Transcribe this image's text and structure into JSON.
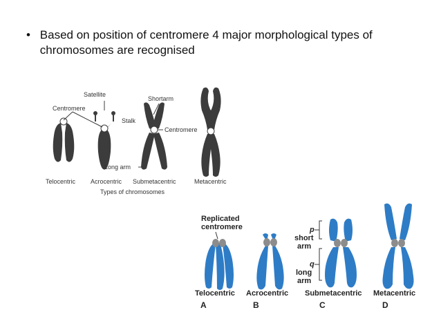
{
  "slide": {
    "bullet": "Based on position of centromere 4 major morphological types of chromosomes are recognised"
  },
  "top_figure": {
    "labels": {
      "satellite": "Satellite",
      "centromere_left": "Centromere",
      "short_arm": "Shortarm",
      "stalk": "Stalk",
      "centromere_right": "Centromere",
      "long_arm": "Long arm"
    },
    "types": [
      "Telocentric",
      "Acrocentric",
      "Submetacentric",
      "Metacentric"
    ],
    "caption": "Types of chromosomes",
    "colors": {
      "chromosome": "#3c3c3c",
      "centromere": "#ffffff"
    }
  },
  "bottom_figure": {
    "replicated_label_line1": "Replicated",
    "replicated_label_line2": "centromere",
    "p": "p",
    "short_arm_line1": "short",
    "short_arm_line2": "arm",
    "q": "q",
    "long_arm_line1": "long",
    "long_arm_line2": "arm",
    "types": [
      "Telocentric",
      "Acrocentric",
      "Submetacentric",
      "Metacentric"
    ],
    "letters": [
      "A",
      "B",
      "C",
      "D"
    ],
    "colors": {
      "chromosome": "#2e7cc6",
      "chromosome_dark": "#1f5f9e",
      "centromere": "#8c8c8c"
    }
  }
}
